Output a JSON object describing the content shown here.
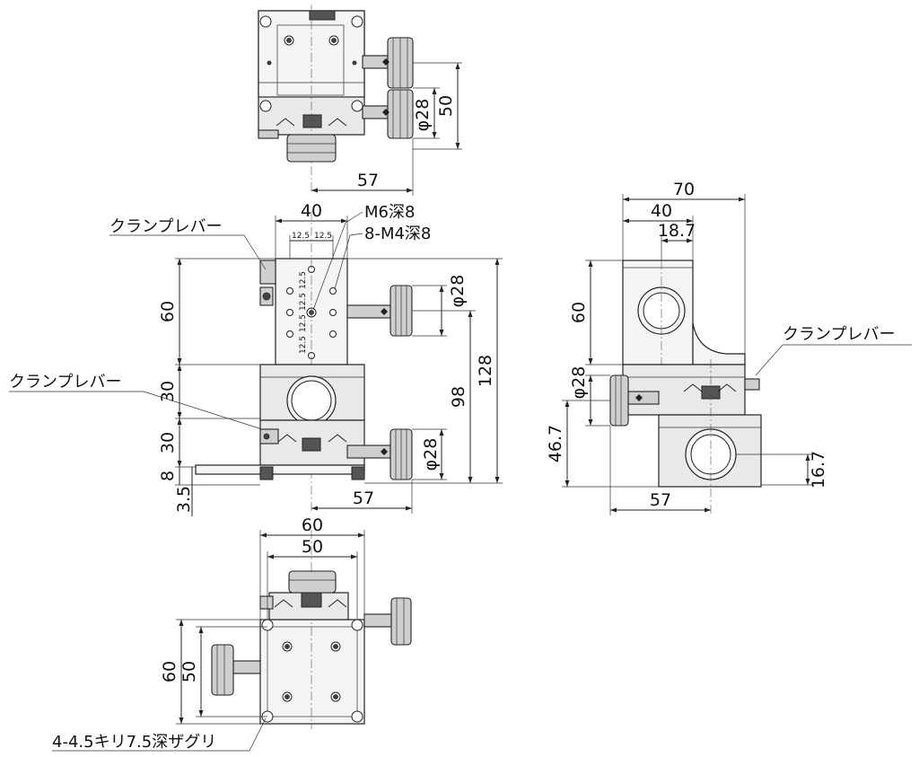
{
  "top_view": {
    "dim_width": "57",
    "dim_height": "50",
    "dim_dia": "φ28"
  },
  "front_view": {
    "dim_width_top": "40",
    "dim_pitch_a": "12.5",
    "dim_pitch_b": "12.5",
    "dim_pitch_v1": "12.5",
    "dim_pitch_v2": "12.5",
    "dim_pitch_v3": "12.5",
    "dim_pitch_v4": "12.5",
    "tap_m6": "M6深8",
    "tap_m4": "8-M4深8",
    "clamp_upper": "クランプレバー",
    "clamp_lower": "クランプレバー",
    "dim_60": "60",
    "dim_30a": "30",
    "dim_30b": "30",
    "dim_8": "8",
    "dim_3_5": "3.5",
    "dim_dia_upper": "φ28",
    "dim_dia_lower": "φ28",
    "dim_98": "98",
    "dim_128": "128",
    "dim_57": "57"
  },
  "side_view": {
    "dim_70": "70",
    "dim_40": "40",
    "dim_18_7": "18.7",
    "dim_60": "60",
    "dim_dia": "φ28",
    "dim_46_7": "46.7",
    "dim_16_7": "16.7",
    "dim_57": "57",
    "clamp": "クランプレバー"
  },
  "bottom_view": {
    "dim_60_top": "60",
    "dim_50_top": "50",
    "dim_60_left": "60",
    "dim_50_left": "50",
    "mount_note": "4-4.5キリ7.5深ザグリ"
  }
}
